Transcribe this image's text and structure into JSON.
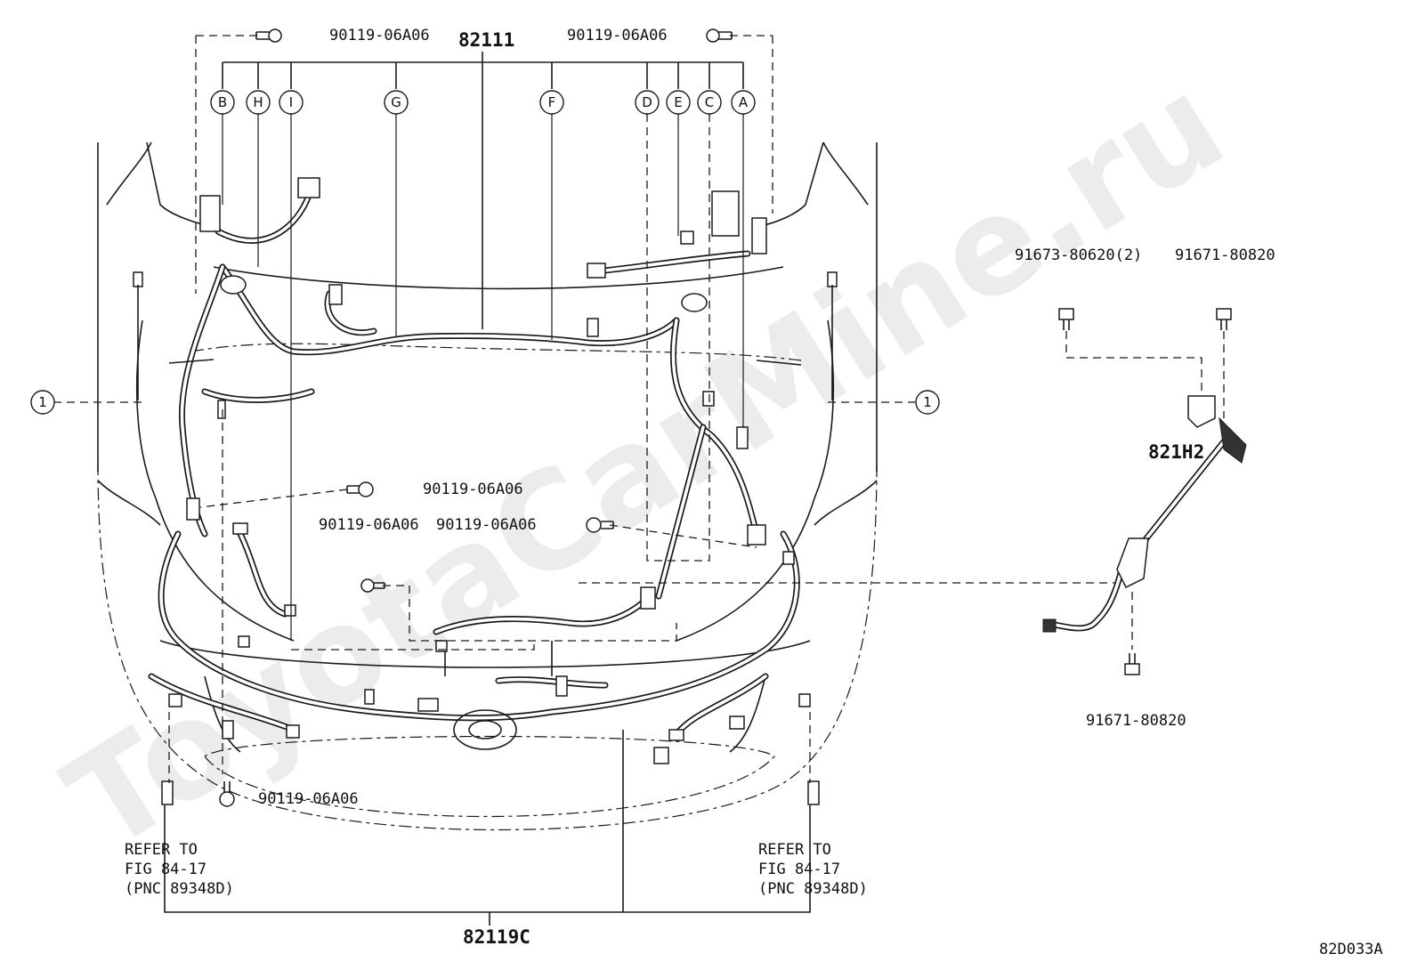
{
  "watermark": "ToyotaCarMine.ru",
  "figure_code": "82D033A",
  "parts": {
    "harness_main": "82111",
    "harness_front": "82119C",
    "harness_side": "821H2",
    "bolt_a": "90119-06A06",
    "bolt_b": "91673-80620(2)",
    "bolt_c": "91671-80820"
  },
  "callouts": [
    "A",
    "B",
    "C",
    "D",
    "E",
    "F",
    "G",
    "H",
    "I",
    "1"
  ],
  "refer_note": {
    "line1": "REFER TO",
    "line2": "FIG 84-17",
    "line3": "(PNC 89348D)"
  }
}
